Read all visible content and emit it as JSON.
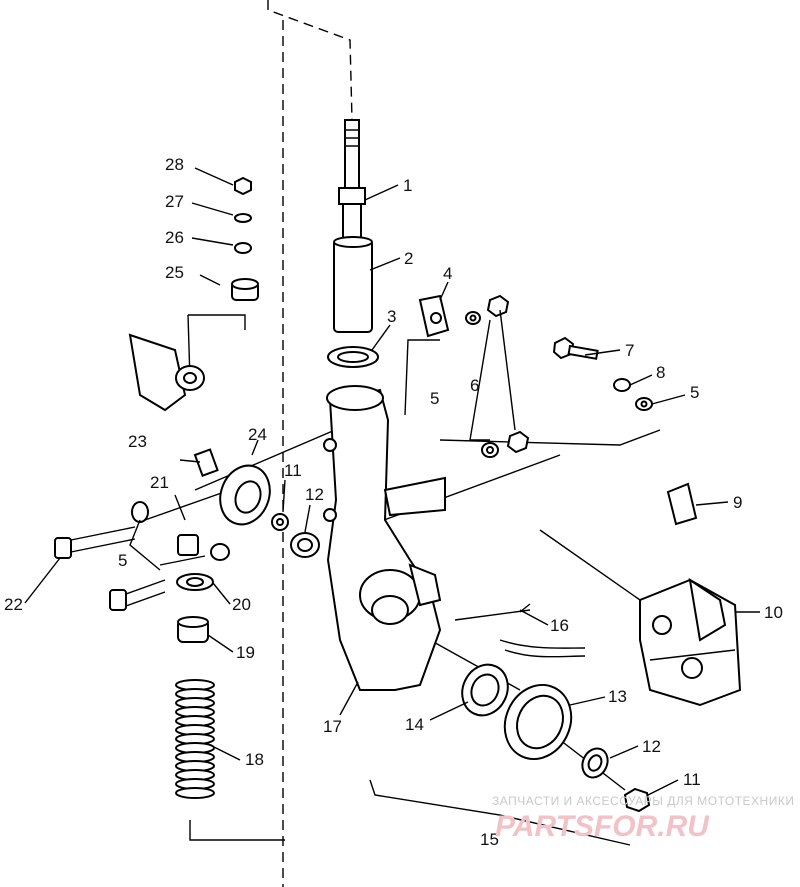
{
  "callouts": {
    "c1": "1",
    "c2": "2",
    "c3": "3",
    "c4": "4",
    "c5a": "5",
    "c6": "6",
    "c7": "7",
    "c8": "8",
    "c5b": "5",
    "c9": "9",
    "c10": "10",
    "c11a": "11",
    "c12a": "12",
    "c13": "13",
    "c14": "14",
    "c15": "15",
    "c16": "16",
    "c17": "17",
    "c18": "18",
    "c19": "19",
    "c20": "20",
    "c21": "21",
    "c5c": "5",
    "c22": "22",
    "c23": "23",
    "c24": "24",
    "c25": "25",
    "c26": "26",
    "c27": "27",
    "c28": "28",
    "c11b": "11",
    "c12b": "12"
  },
  "watermark": {
    "caption": "ЗАПЧАСТИ И АКСЕССУАРЫ ДЛЯ МОТОТЕХНИКИ",
    "logo": "PARTSFOR.RU"
  }
}
